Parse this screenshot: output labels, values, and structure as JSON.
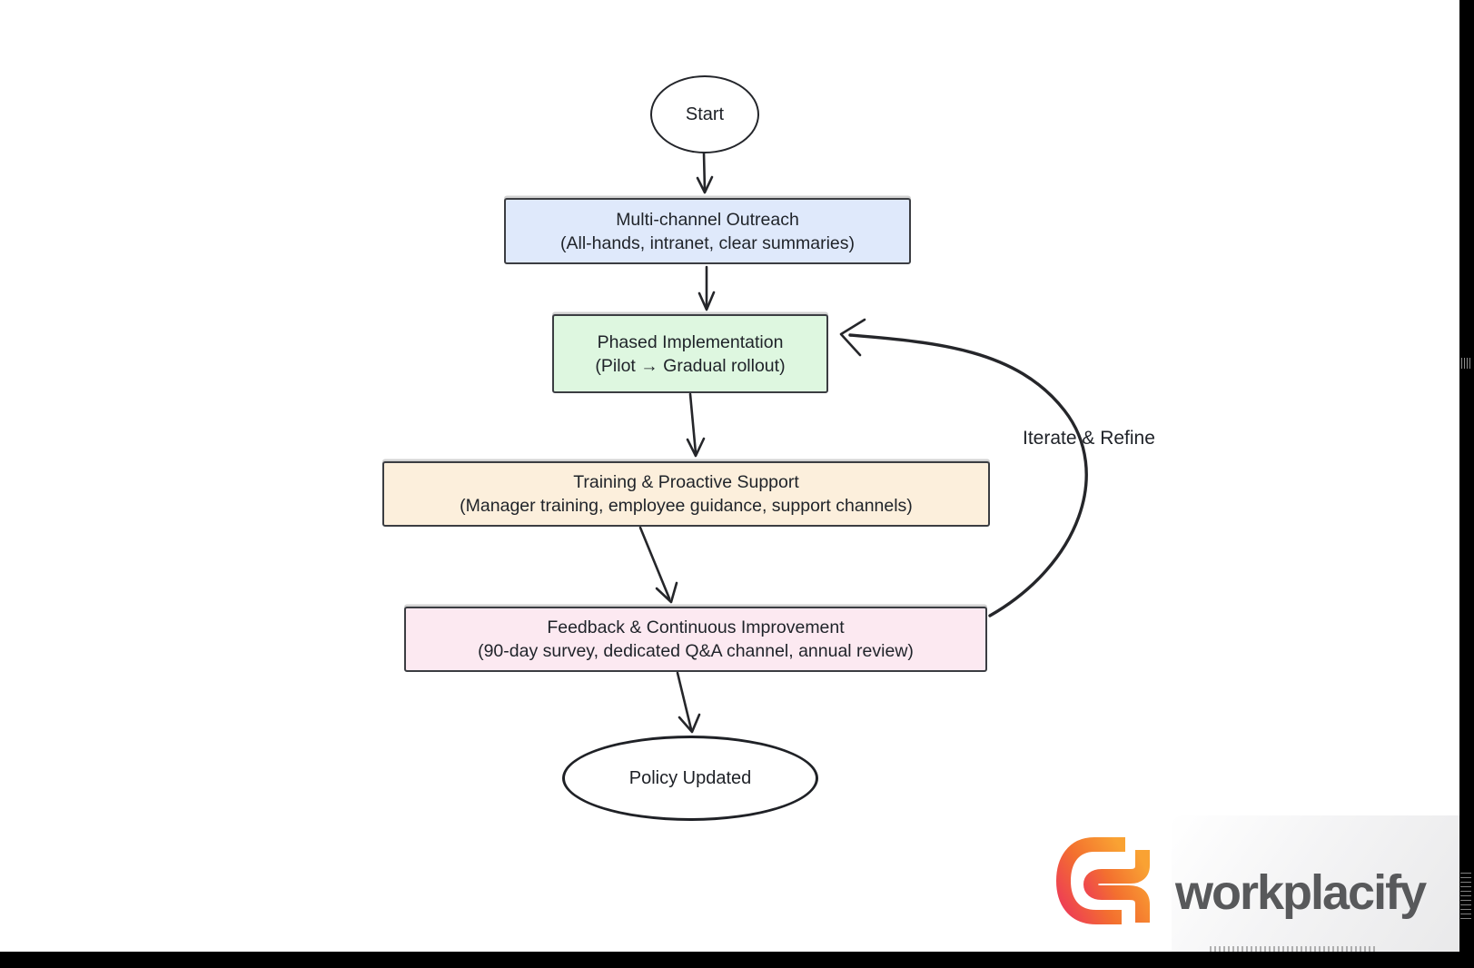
{
  "canvas": {
    "background": "#ffffff",
    "frame_color": "#000000"
  },
  "flowchart": {
    "start": {
      "label": "Start"
    },
    "steps": [
      {
        "title": "Multi-channel Outreach",
        "subtitle": "(All-hands, intranet, clear summaries)",
        "fill": "#dfe9fb"
      },
      {
        "title": "Phased Implementation",
        "subtitle": "(Pilot → Gradual rollout)",
        "fill": "#def7e0"
      },
      {
        "title": "Training & Proactive Support",
        "subtitle": "(Manager training, employee guidance, support channels)",
        "fill": "#fcefdc"
      },
      {
        "title": "Feedback & Continuous Improvement",
        "subtitle": "(90-day survey, dedicated Q&A channel, annual review)",
        "fill": "#fce9f1"
      }
    ],
    "end": {
      "label": "Policy Updated"
    },
    "loop_label": "Iterate & Refine",
    "edge_color": "#25262a"
  },
  "branding": {
    "wordmark": "workplacify",
    "wordmark_color": "#58595b",
    "icon": "workplacify-mark-icon",
    "icon_gradient": {
      "start": "#ee4053",
      "mid": "#f3702f",
      "end": "#f9a233"
    }
  }
}
